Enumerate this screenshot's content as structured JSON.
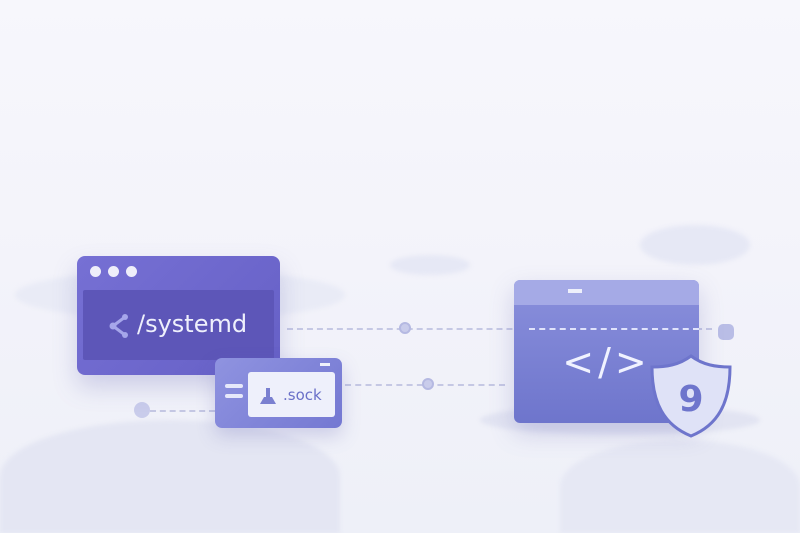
{
  "illustration": {
    "left_window": {
      "path_label": "/systemd",
      "icon": "share-icon",
      "dots": 3
    },
    "socket_window": {
      "file_label": ".sock",
      "icons": [
        "menu-icon",
        "user-icon"
      ]
    },
    "code_window": {
      "code_label": "</>",
      "icon": "code-icon"
    },
    "shield": {
      "icon": "shield-icon",
      "glyph": "9"
    },
    "colors": {
      "primary": "#6f6ad0",
      "secondary": "#8a90dc",
      "background": "#f4f4fb"
    }
  }
}
